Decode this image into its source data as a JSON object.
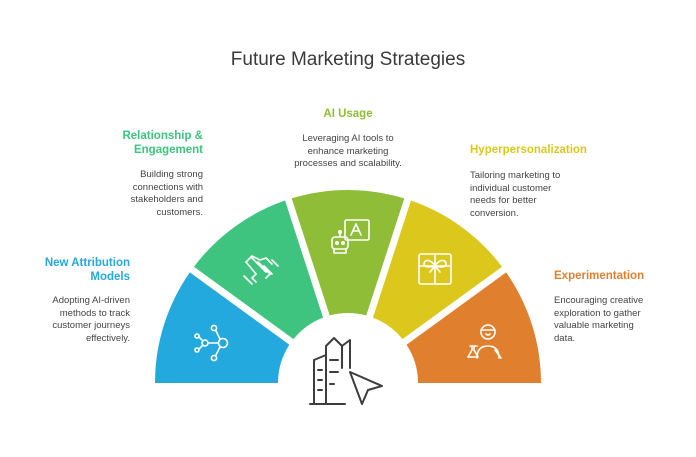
{
  "title": "Future Marketing Strategies",
  "colors": {
    "blue": "#23a9dd",
    "green": "#3ec47f",
    "olive": "#8fbd38",
    "yellow": "#dcc81d",
    "orange": "#e0802f",
    "icon_stroke": "#ffffff",
    "center_icon": "#3d3d3d"
  },
  "segments": [
    {
      "label": "New Attribution Models",
      "description": "Adopting AI-driven methods to track customer journeys effectively.",
      "icon": "network-hub-icon"
    },
    {
      "label": "Relationship & Engagement",
      "description": "Building strong connections with stakeholders and customers.",
      "icon": "handshake-icon"
    },
    {
      "label": "AI Usage",
      "description": "Leveraging AI tools to enhance marketing processes and scalability.",
      "icon": "robot-translate-icon"
    },
    {
      "label": "Hyperpersonalization",
      "description": "Tailoring marketing to individual customer needs for better conversion.",
      "icon": "gift-box-icon"
    },
    {
      "label": "Experimentation",
      "description": "Encouraging creative exploration to gather valuable marketing data.",
      "icon": "scientist-icon"
    }
  ],
  "center_icon": "buildings-cursor-icon"
}
